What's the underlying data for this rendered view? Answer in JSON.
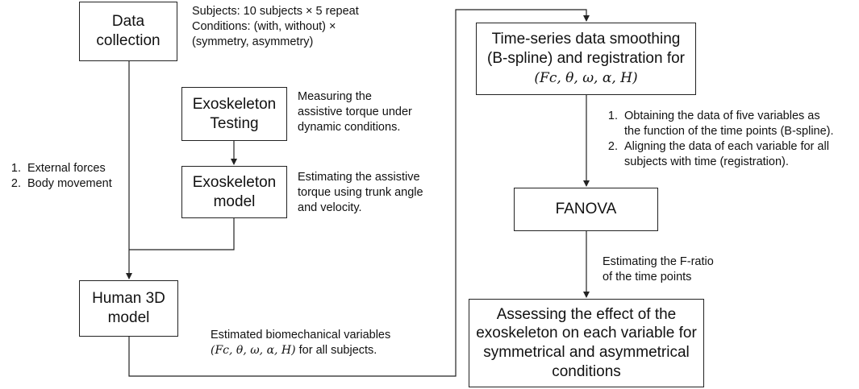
{
  "boxes": {
    "data_collection": {
      "line1": "Data",
      "line2": "collection"
    },
    "exo_testing": {
      "line1": "Exoskeleton",
      "line2": "Testing"
    },
    "exo_model": {
      "line1": "Exoskeleton",
      "line2": "model"
    },
    "human_model": {
      "line1": "Human 3D",
      "line2": "model"
    },
    "smoothing": {
      "line1": "Time-series data smoothing",
      "line2": "(B-spline) and registration for",
      "math": "(Fc, θ, ω, α, H)"
    },
    "fanova": {
      "label": "FANOVA"
    },
    "assessing": {
      "line1": "Assessing the effect of the",
      "line2": "exoskeleton on each variable for",
      "line3": "symmetrical and asymmetrical",
      "line4": "conditions"
    }
  },
  "notes": {
    "subjects": {
      "line1": "Subjects: 10 subjects × 5 repeat",
      "line2": "Conditions: (with, without) ×",
      "line3": "(symmetry, asymmetry)"
    },
    "measuring": {
      "line1": "Measuring the",
      "line2": "assistive torque under",
      "line3": "dynamic conditions."
    },
    "estimating_torque": {
      "line1": "Estimating the assistive",
      "line2": "torque using trunk angle",
      "line3": "and velocity."
    },
    "forces": {
      "items": [
        "External forces",
        "Body movement"
      ]
    },
    "biomech": {
      "line1": "Estimated biomechanical variables",
      "math": "(Fc, θ, ω, α, H)",
      "line2_suffix": " for all subjects."
    },
    "steps": {
      "item1_line1": "Obtaining the data of five variables as",
      "item1_line2": "the function of the time points (B-spline).",
      "item2_line1": "Aligning the data of each variable for all",
      "item2_line2": "subjects with time (registration)."
    },
    "fratio": {
      "line1": "Estimating the F-ratio",
      "line2": "of the time points"
    }
  },
  "colors": {
    "stroke": "#222222",
    "text": "#111111",
    "background": "#ffffff"
  }
}
